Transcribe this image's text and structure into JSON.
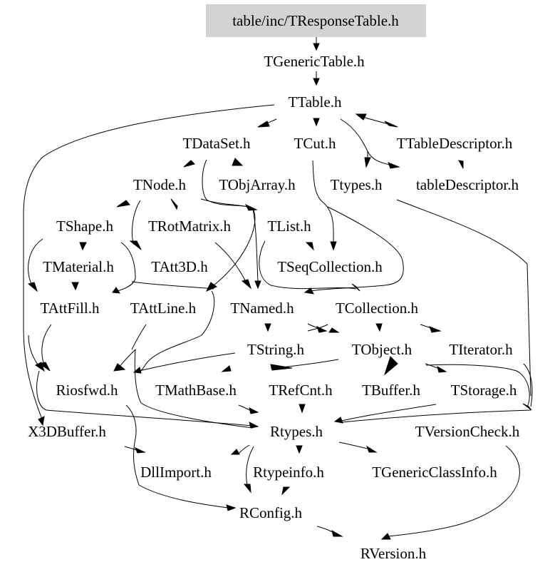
{
  "graph": {
    "root": "table/inc/TResponseTable.h",
    "nodes": {
      "TGenericTable": "TGenericTable.h",
      "TTable": "TTable.h",
      "TDataSet": "TDataSet.h",
      "TCut": "TCut.h",
      "TTableDescriptor": "TTableDescriptor.h",
      "TNode": "TNode.h",
      "TObjArray": "TObjArray.h",
      "Ttypes": "Ttypes.h",
      "tableDescriptor": "tableDescriptor.h",
      "TShape": "TShape.h",
      "TRotMatrix": "TRotMatrix.h",
      "TList": "TList.h",
      "TMaterial": "TMaterial.h",
      "TAtt3D": "TAtt3D.h",
      "TSeqCollection": "TSeqCollection.h",
      "TAttFill": "TAttFill.h",
      "TAttLine": "TAttLine.h",
      "TNamed": "TNamed.h",
      "TCollection": "TCollection.h",
      "TString": "TString.h",
      "TObject": "TObject.h",
      "TIterator": "TIterator.h",
      "Riosfwd": "Riosfwd.h",
      "TMathBase": "TMathBase.h",
      "TRefCnt": "TRefCnt.h",
      "TBuffer": "TBuffer.h",
      "TStorage": "TStorage.h",
      "X3DBuffer": "X3DBuffer.h",
      "Rtypes": "Rtypes.h",
      "TVersionCheck": "TVersionCheck.h",
      "DllImport": "DllImport.h",
      "Rtypeinfo": "Rtypeinfo.h",
      "TGenericClassInfo": "TGenericClassInfo.h",
      "RConfig": "RConfig.h",
      "RVersion": "RVersion.h"
    }
  }
}
